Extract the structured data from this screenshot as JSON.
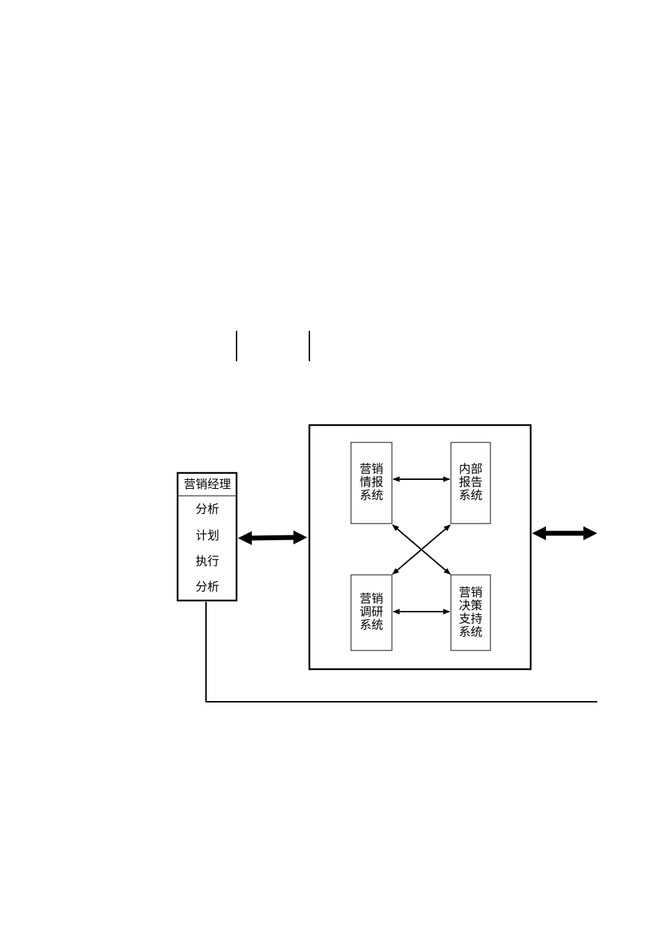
{
  "manager": {
    "title": "营销经理",
    "items": [
      "分析",
      "计划",
      "执行",
      "分析"
    ]
  },
  "systems": {
    "intelligence": [
      "营销",
      "情报",
      "系统"
    ],
    "internal_report": [
      "内部",
      "报告",
      "系统"
    ],
    "research": [
      "营销",
      "调研",
      "系统"
    ],
    "decision_support": [
      "营销",
      "决策",
      "支持",
      "系统"
    ]
  },
  "colors": {
    "stroke": "#000000",
    "background": "#ffffff"
  }
}
